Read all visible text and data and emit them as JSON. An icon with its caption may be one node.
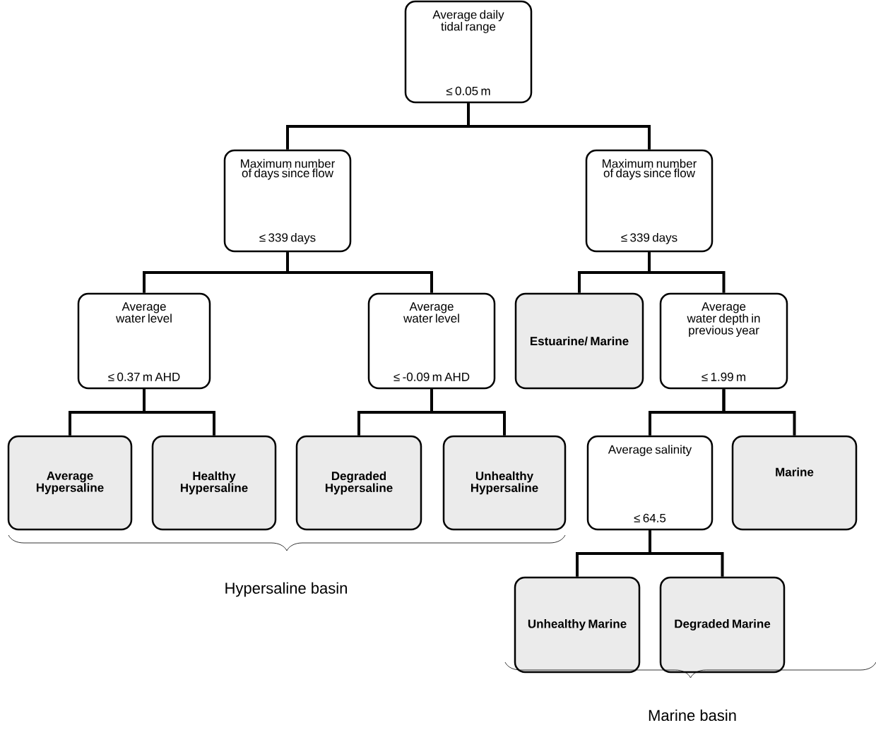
{
  "diagram": {
    "nodes": [
      {
        "text": [
          "Average daily tidal range",
          "≤ 0.05 m"
        ]
      },
      {
        "text": [
          "Maximum number of days since flow",
          "≤ 339 days"
        ]
      },
      {
        "text": [
          "Maximum number of days since flow",
          "≤ 339 days"
        ]
      },
      {
        "text": [
          "Average water level",
          "≤ 0.37 m AHD"
        ]
      },
      {
        "text": [
          "Average water level",
          "≤ -0.09 m AHD"
        ]
      },
      {
        "text": [
          "Estuarine/ Marine"
        ]
      },
      {
        "text": [
          "Average water depth in previous year",
          "≤ 1.99 m"
        ]
      },
      {
        "text": [
          "Average Hypersaline"
        ]
      },
      {
        "text": [
          "Healthy Hypersaline"
        ]
      },
      {
        "text": [
          "Degraded Hypersaline"
        ]
      },
      {
        "text": [
          "Unhealthy Hypersaline"
        ]
      },
      {
        "text": [
          "Average salinity",
          "≤ 64.5"
        ]
      },
      {
        "text": [
          "Marine"
        ]
      },
      {
        "text": [
          "Unhealthy Marine"
        ]
      },
      {
        "text": [
          "Degraded Marine"
        ]
      }
    ],
    "edges": [
      {
        "from": 0,
        "to": 1,
        "arrow": "none"
      },
      {
        "from": 0,
        "to": 2,
        "arrow": "none"
      },
      {
        "from": 1,
        "to": 3,
        "arrow": "none"
      },
      {
        "from": 1,
        "to": 4,
        "arrow": "none"
      },
      {
        "from": 2,
        "to": 5,
        "arrow": "none"
      },
      {
        "from": 2,
        "to": 6,
        "arrow": "none"
      },
      {
        "from": 3,
        "to": 7,
        "arrow": "none"
      },
      {
        "from": 3,
        "to": 8,
        "arrow": "none"
      },
      {
        "from": 4,
        "to": 9,
        "arrow": "none"
      },
      {
        "from": 4,
        "to": 10,
        "arrow": "none"
      },
      {
        "from": 6,
        "to": 11,
        "arrow": "none"
      },
      {
        "from": 6,
        "to": 12,
        "arrow": "none"
      },
      {
        "from": 11,
        "to": 13,
        "arrow": "none"
      },
      {
        "from": 11,
        "to": 14,
        "arrow": "none"
      }
    ],
    "labels": [
      "Hypersaline basin",
      "Marine basin"
    ]
  }
}
